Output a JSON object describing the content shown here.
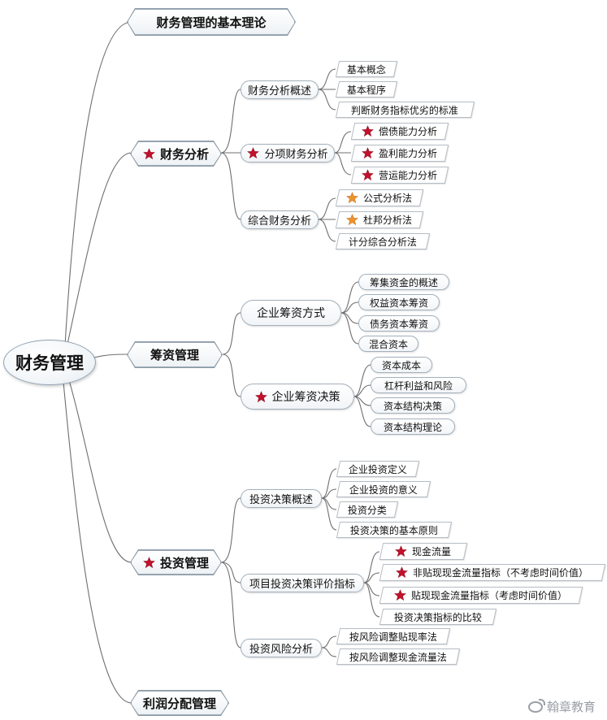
{
  "root": {
    "label": "财务管理"
  },
  "branches": {
    "theory": {
      "label": "财务管理的基本理论"
    },
    "analysis": {
      "label": "财务分析",
      "overview": {
        "label": "财务分析概述",
        "items": [
          "基本概念",
          "基本程序",
          "判断财务指标优劣的标准"
        ]
      },
      "itemized": {
        "label": "分项财务分析",
        "items": [
          "偿债能力分析",
          "盈利能力分析",
          "营运能力分析"
        ]
      },
      "comprehensive": {
        "label": "综合财务分析",
        "items": [
          "公式分析法",
          "杜邦分析法",
          "计分综合分析法"
        ]
      }
    },
    "financing": {
      "label": "筹资管理",
      "methods": {
        "label": "企业筹资方式",
        "items": [
          "筹集资金的概述",
          "权益资本筹资",
          "债务资本筹资",
          "混合资本"
        ]
      },
      "decisions": {
        "label": "企业筹资决策",
        "items": [
          "资本成本",
          "杠杆利益和风险",
          "资本结构决策",
          "资本结构理论"
        ]
      }
    },
    "investment": {
      "label": "投资管理",
      "overview": {
        "label": "投资决策概述",
        "items": [
          "企业投资定义",
          "企业投资的意义",
          "投资分类",
          "投资决策的基本原则"
        ]
      },
      "indicators": {
        "label": "项目投资决策评价指标",
        "items": [
          "现金流量",
          "非贴现现金流量指标（不考虑时间价值）",
          "贴现现金流量指标（考虑时间价值）",
          "投资决策指标的比较"
        ]
      },
      "risk": {
        "label": "投资风险分析",
        "items": [
          "按风险调整贴现率法",
          "按风险调整现金流量法"
        ]
      }
    },
    "profit": {
      "label": "利润分配管理"
    }
  },
  "watermark": {
    "text": "翰章教育"
  },
  "colors": {
    "star_key": "#c3112b",
    "star_method": "#f0922a",
    "connector": "#6f6f6f",
    "root_border": "#8fa2b3"
  }
}
